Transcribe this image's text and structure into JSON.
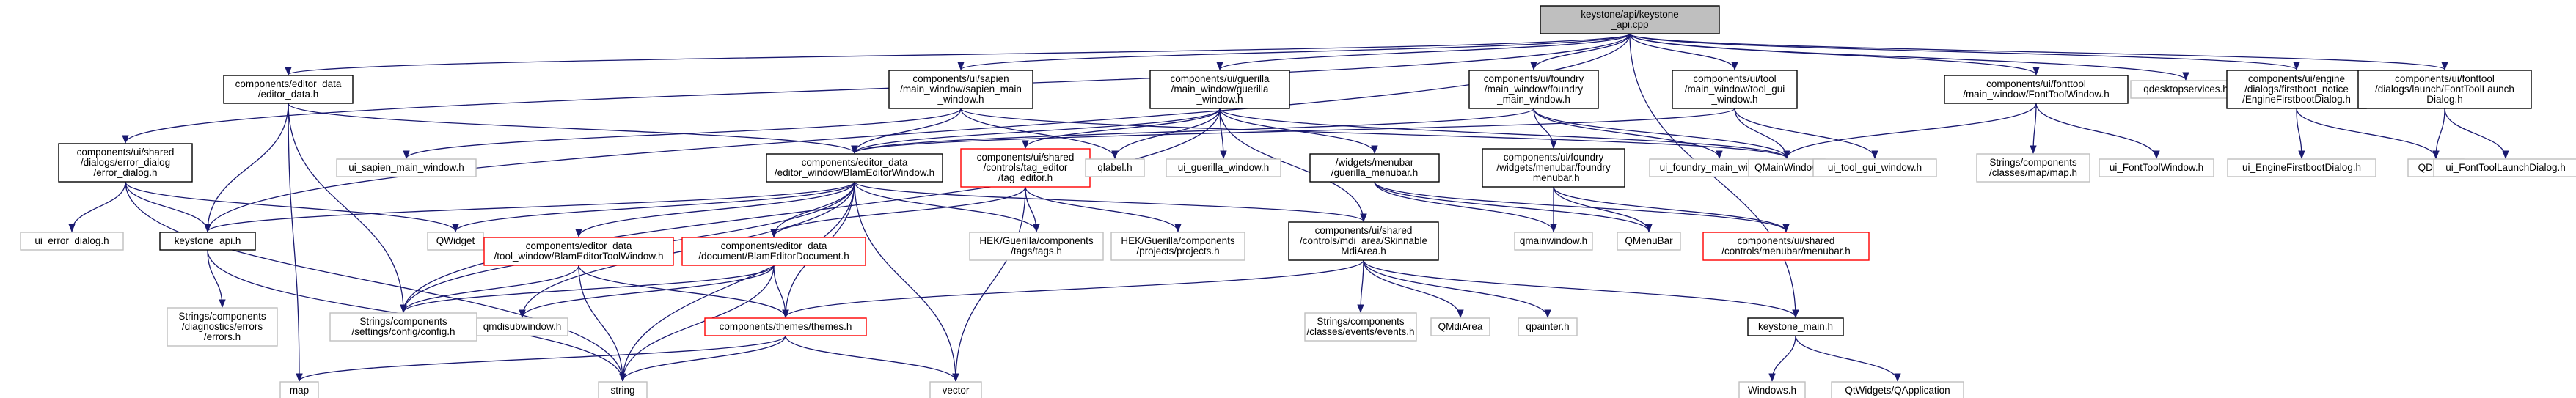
{
  "colors": {
    "root_fill": "#bfbfbf",
    "root_stroke": "#000000",
    "documented_stroke": "#000000",
    "undocumented_stroke": "#bfbfbf",
    "truncated_stroke": "#ff0000",
    "edge": "#191970",
    "edge_grey": "#a9a9a9"
  },
  "nodes": [
    {
      "id": "root",
      "kind": "root",
      "lines": [
        "keystone/api/keystone",
        "_api.cpp"
      ]
    },
    {
      "id": "editor_data_h",
      "kind": "doc",
      "lines": [
        "components/editor_data",
        "/editor_data.h"
      ]
    },
    {
      "id": "sapien_main",
      "kind": "doc",
      "lines": [
        "components/ui/sapien",
        "/main_window/sapien_main",
        "_window.h"
      ]
    },
    {
      "id": "guerilla_main",
      "kind": "doc",
      "lines": [
        "components/ui/guerilla",
        "/main_window/guerilla",
        "_window.h"
      ]
    },
    {
      "id": "foundry_main",
      "kind": "doc",
      "lines": [
        "components/ui/foundry",
        "/main_window/foundry",
        "_main_window.h"
      ]
    },
    {
      "id": "tool_gui_main",
      "kind": "doc",
      "lines": [
        "components/ui/tool",
        "/main_window/tool_gui",
        "_window.h"
      ]
    },
    {
      "id": "qdesktopservices",
      "kind": "ext",
      "lines": [
        "qdesktopservices.h"
      ]
    },
    {
      "id": "fonttool_main",
      "kind": "doc",
      "lines": [
        "components/ui/fonttool",
        "/main_window/FontToolWindow.h"
      ]
    },
    {
      "id": "firstboot",
      "kind": "doc",
      "lines": [
        "components/ui/engine",
        "/dialogs/firstboot_notice",
        "/EngineFirstbootDialog.h"
      ]
    },
    {
      "id": "fontlaunch",
      "kind": "doc",
      "lines": [
        "components/ui/fonttool",
        "/dialogs/launch/FontToolLaunch",
        "Dialog.h"
      ]
    },
    {
      "id": "error_dialog",
      "kind": "doc",
      "lines": [
        "components/ui/shared",
        "/dialogs/error_dialog",
        "/error_dialog.h"
      ]
    },
    {
      "id": "blam_editor_window",
      "kind": "doc",
      "lines": [
        "components/editor_data",
        "/editor_window/BlamEditorWindow.h"
      ]
    },
    {
      "id": "tag_editor",
      "kind": "trunc",
      "lines": [
        "components/ui/shared",
        "/controls/tag_editor",
        "/tag_editor.h"
      ]
    },
    {
      "id": "qlabel",
      "kind": "ext",
      "lines": [
        "qlabel.h"
      ]
    },
    {
      "id": "ui_sapien",
      "kind": "ext",
      "lines": [
        "ui_sapien_main_window.h"
      ]
    },
    {
      "id": "ui_guerilla",
      "kind": "ext",
      "lines": [
        "ui_guerilla_window.h"
      ]
    },
    {
      "id": "guerilla_menubar",
      "kind": "doc",
      "lines": [
        "/widgets/menubar",
        "/guerilla_menubar.h"
      ]
    },
    {
      "id": "foundry_menubar",
      "kind": "doc",
      "lines": [
        "components/ui/foundry",
        "/widgets/menubar/foundry",
        "_menubar.h"
      ]
    },
    {
      "id": "ui_foundry",
      "kind": "ext",
      "lines": [
        "ui_foundry_main_window.h"
      ]
    },
    {
      "id": "qmainwindow_cap",
      "kind": "ext",
      "lines": [
        "QMainWindow"
      ]
    },
    {
      "id": "ui_tool_gui",
      "kind": "ext",
      "lines": [
        "ui_tool_gui_window.h"
      ]
    },
    {
      "id": "map_h",
      "kind": "ext",
      "lines": [
        "Strings/components",
        "/classes/map/map.h"
      ]
    },
    {
      "id": "ui_fonttool",
      "kind": "ext",
      "lines": [
        "ui_FontToolWindow.h"
      ]
    },
    {
      "id": "ui_firstboot",
      "kind": "ext",
      "lines": [
        "ui_EngineFirstbootDialog.h"
      ]
    },
    {
      "id": "qdialog",
      "kind": "ext",
      "lines": [
        "QDialog"
      ]
    },
    {
      "id": "ui_fontlaunch",
      "kind": "ext",
      "lines": [
        "ui_FontToolLaunchDialog.h"
      ]
    },
    {
      "id": "ui_error_dialog",
      "kind": "ext",
      "lines": [
        "ui_error_dialog.h"
      ]
    },
    {
      "id": "keystone_api_h",
      "kind": "doc",
      "lines": [
        "keystone_api.h"
      ]
    },
    {
      "id": "qwidget",
      "kind": "ext",
      "lines": [
        "QWidget"
      ]
    },
    {
      "id": "blam_tool_window",
      "kind": "trunc",
      "lines": [
        "components/editor_data",
        "/tool_window/BlamEditorToolWindow.h"
      ]
    },
    {
      "id": "blam_document",
      "kind": "trunc",
      "lines": [
        "components/editor_data",
        "/document/BlamEditorDocument.h"
      ]
    },
    {
      "id": "hek_tags",
      "kind": "ext",
      "lines": [
        "HEK/Guerilla/components",
        "/tags/tags.h"
      ]
    },
    {
      "id": "hek_projects",
      "kind": "ext",
      "lines": [
        "HEK/Guerilla/components",
        "/projects/projects.h"
      ]
    },
    {
      "id": "skinnable_mdi",
      "kind": "doc",
      "lines": [
        "components/ui/shared",
        "/controls/mdi_area/Skinnable",
        "MdiArea.h"
      ]
    },
    {
      "id": "qmainwindow_low",
      "kind": "ext",
      "lines": [
        "qmainwindow.h"
      ]
    },
    {
      "id": "qmenubar",
      "kind": "ext",
      "lines": [
        "QMenuBar"
      ]
    },
    {
      "id": "shared_menubar",
      "kind": "trunc",
      "lines": [
        "components/ui/shared",
        "/controls/menubar/menubar.h"
      ]
    },
    {
      "id": "errors_h",
      "kind": "ext",
      "lines": [
        "Strings/components",
        "/diagnostics/errors",
        "/errors.h"
      ]
    },
    {
      "id": "config_h",
      "kind": "ext",
      "lines": [
        "Strings/components",
        "/settings/config/config.h"
      ]
    },
    {
      "id": "qmdisubwindow",
      "kind": "ext",
      "lines": [
        "qmdisubwindow.h"
      ]
    },
    {
      "id": "themes_h",
      "kind": "trunc",
      "lines": [
        "components/themes/themes.h"
      ]
    },
    {
      "id": "events_h",
      "kind": "ext",
      "lines": [
        "Strings/components",
        "/classes/events/events.h"
      ]
    },
    {
      "id": "qmdiarea",
      "kind": "ext",
      "lines": [
        "QMdiArea"
      ]
    },
    {
      "id": "qpainter",
      "kind": "ext",
      "lines": [
        "qpainter.h"
      ]
    },
    {
      "id": "keystone_main",
      "kind": "doc",
      "lines": [
        "keystone_main.h"
      ]
    },
    {
      "id": "map",
      "kind": "ext",
      "lines": [
        "map"
      ]
    },
    {
      "id": "string",
      "kind": "ext",
      "lines": [
        "string"
      ]
    },
    {
      "id": "vector",
      "kind": "ext",
      "lines": [
        "vector"
      ]
    },
    {
      "id": "windows_h",
      "kind": "ext",
      "lines": [
        "Windows.h"
      ]
    },
    {
      "id": "qapplication",
      "kind": "ext",
      "lines": [
        "QtWidgets/QApplication"
      ]
    }
  ],
  "edges": [
    [
      "root",
      "editor_data_h"
    ],
    [
      "root",
      "sapien_main"
    ],
    [
      "root",
      "guerilla_main"
    ],
    [
      "root",
      "foundry_main"
    ],
    [
      "root",
      "tool_gui_main"
    ],
    [
      "root",
      "qdesktopservices"
    ],
    [
      "root",
      "fonttool_main"
    ],
    [
      "root",
      "firstboot"
    ],
    [
      "root",
      "fontlaunch"
    ],
    [
      "root",
      "error_dialog"
    ],
    [
      "root",
      "keystone_api_h"
    ],
    [
      "root",
      "keystone_main"
    ],
    [
      "editor_data_h",
      "blam_editor_window"
    ],
    [
      "editor_data_h",
      "keystone_api_h"
    ],
    [
      "editor_data_h",
      "config_h"
    ],
    [
      "editor_data_h",
      "map"
    ],
    [
      "sapien_main",
      "blam_editor_window"
    ],
    [
      "sapien_main",
      "ui_sapien"
    ],
    [
      "sapien_main",
      "qlabel"
    ],
    [
      "sapien_main",
      "qmainwindow_cap"
    ],
    [
      "guerilla_main",
      "blam_editor_window"
    ],
    [
      "guerilla_main",
      "tag_editor"
    ],
    [
      "guerilla_main",
      "qlabel"
    ],
    [
      "guerilla_main",
      "ui_guerilla"
    ],
    [
      "guerilla_main",
      "guerilla_menubar"
    ],
    [
      "guerilla_main",
      "qmainwindow_cap"
    ],
    [
      "guerilla_main",
      "skinnable_mdi"
    ],
    [
      "guerilla_main",
      "config_h"
    ],
    [
      "foundry_main",
      "blam_editor_window"
    ],
    [
      "foundry_main",
      "foundry_menubar"
    ],
    [
      "foundry_main",
      "ui_foundry"
    ],
    [
      "foundry_main",
      "qmainwindow_cap"
    ],
    [
      "tool_gui_main",
      "blam_editor_window"
    ],
    [
      "tool_gui_main",
      "qmainwindow_cap"
    ],
    [
      "tool_gui_main",
      "ui_tool_gui"
    ],
    [
      "fonttool_main",
      "qmainwindow_cap"
    ],
    [
      "fonttool_main",
      "map_h"
    ],
    [
      "fonttool_main",
      "ui_fonttool"
    ],
    [
      "firstboot",
      "ui_firstboot"
    ],
    [
      "firstboot",
      "qdialog"
    ],
    [
      "fontlaunch",
      "qdialog"
    ],
    [
      "fontlaunch",
      "ui_fontlaunch"
    ],
    [
      "error_dialog",
      "ui_error_dialog"
    ],
    [
      "error_dialog",
      "keystone_api_h"
    ],
    [
      "error_dialog",
      "qwidget"
    ],
    [
      "error_dialog",
      "string"
    ],
    [
      "blam_editor_window",
      "keystone_api_h"
    ],
    [
      "blam_editor_window",
      "qwidget"
    ],
    [
      "blam_editor_window",
      "blam_tool_window"
    ],
    [
      "blam_editor_window",
      "blam_document"
    ],
    [
      "blam_editor_window",
      "hek_tags"
    ],
    [
      "blam_editor_window",
      "skinnable_mdi"
    ],
    [
      "blam_editor_window",
      "config_h"
    ],
    [
      "blam_editor_window",
      "qmdisubwindow"
    ],
    [
      "blam_editor_window",
      "themes_h"
    ],
    [
      "blam_editor_window",
      "string"
    ],
    [
      "blam_editor_window",
      "vector"
    ],
    [
      "tag_editor",
      "hek_tags"
    ],
    [
      "tag_editor",
      "hek_projects"
    ],
    [
      "tag_editor",
      "blam_document"
    ],
    [
      "tag_editor",
      "vector"
    ],
    [
      "guerilla_menubar",
      "qmainwindow_low"
    ],
    [
      "guerilla_menubar",
      "qmenubar"
    ],
    [
      "guerilla_menubar",
      "shared_menubar"
    ],
    [
      "foundry_menubar",
      "qmainwindow_low"
    ],
    [
      "foundry_menubar",
      "qmenubar"
    ],
    [
      "foundry_menubar",
      "shared_menubar"
    ],
    [
      "keystone_api_h",
      "errors_h"
    ],
    [
      "keystone_api_h",
      "string"
    ],
    [
      "blam_tool_window",
      "config_h"
    ],
    [
      "blam_tool_window",
      "string"
    ],
    [
      "blam_tool_window",
      "themes_h"
    ],
    [
      "blam_document",
      "config_h"
    ],
    [
      "blam_document",
      "qmdisubwindow"
    ],
    [
      "blam_document",
      "themes_h"
    ],
    [
      "blam_document",
      "string"
    ],
    [
      "skinnable_mdi",
      "events_h"
    ],
    [
      "skinnable_mdi",
      "qmdiarea"
    ],
    [
      "skinnable_mdi",
      "qpainter"
    ],
    [
      "skinnable_mdi",
      "themes_h"
    ],
    [
      "skinnable_mdi",
      "keystone_main"
    ],
    [
      "themes_h",
      "map"
    ],
    [
      "themes_h",
      "string"
    ],
    [
      "themes_h",
      "vector"
    ],
    [
      "keystone_main",
      "windows_h"
    ],
    [
      "keystone_main",
      "qapplication"
    ]
  ]
}
